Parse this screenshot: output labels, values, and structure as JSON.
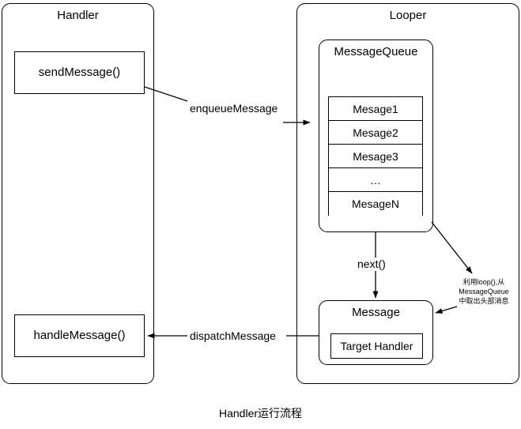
{
  "diagram": {
    "caption": "Handler运行流程",
    "handler": {
      "title": "Handler",
      "send_method": "sendMessage()",
      "handle_method": "handleMessage()"
    },
    "looper": {
      "title": "Looper",
      "message_queue": {
        "title": "MessageQueue",
        "items": [
          "Mesage1",
          "Mesage2",
          "Mesage3",
          "…",
          "MesageN"
        ]
      },
      "message": {
        "title": "Message",
        "target": "Target Handler"
      }
    },
    "edges": {
      "enqueue": "enqueueMessage",
      "next": "next()",
      "dispatch": "dispatchMessage"
    },
    "annotation": {
      "line1": "利用loop(),从",
      "line2": "MessageQueue",
      "line3": "中取出头部消息"
    },
    "colors": {
      "stroke": "#000000",
      "background": "#ffffff"
    }
  }
}
